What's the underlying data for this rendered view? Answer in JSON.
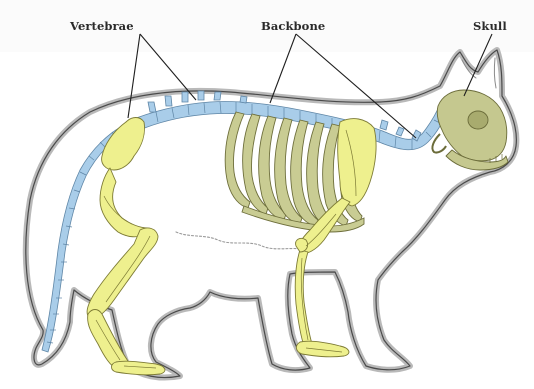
{
  "labels": {
    "vertebrae": "Vertebrae",
    "backbone": "Backbone",
    "skull": "Skull"
  },
  "colors": {
    "vertebrae_fill": "#a9cde9",
    "vertebrae_stroke": "#5f86a6",
    "skull_fill": "#c5c88f",
    "skull_stroke": "#6b6c3a",
    "limb_fill": "#eef08e",
    "limb_stroke": "#7d7b35",
    "rib_fill": "#c9cc93",
    "rib_stroke": "#6e6f3c",
    "outline_dark": "#4a4a4a",
    "outline_light": "#b9b9b9",
    "pointer_line": "#1f1f1f"
  }
}
